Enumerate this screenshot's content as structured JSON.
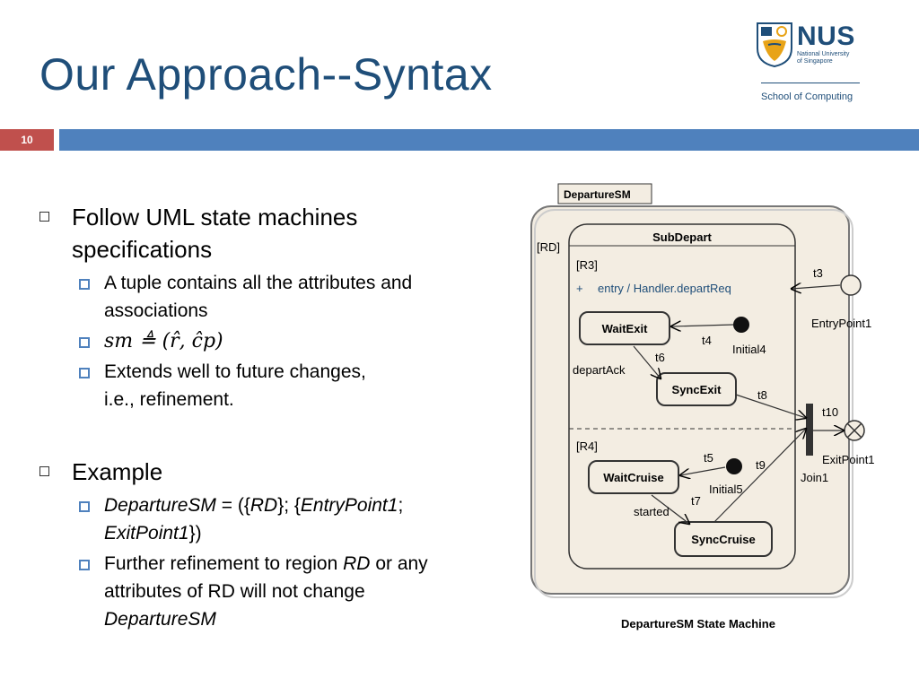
{
  "slide": {
    "title": "Our Approach--Syntax",
    "number": "10"
  },
  "logo": {
    "name": "NUS",
    "sub_line1": "National University",
    "sub_line2": "of Singapore",
    "school": "School of Computing"
  },
  "bullets": {
    "b1": {
      "text_line1": "Follow UML state machines",
      "text_line2": "specifications",
      "sub1_line1": "A tuple contains all the attributes and",
      "sub1_line2": "associations",
      "sub2_formula": "sm ≜ (r̂, ĉp)",
      "sub3_line1": "Extends well to future changes,",
      "sub3_line2": "i.e., refinement."
    },
    "b2": {
      "text": "Example",
      "sub1_part1": "DepartureSM",
      "sub1_part2": " = ({",
      "sub1_part3": "RD",
      "sub1_part4": "}; {",
      "sub1_part5": "EntryPoint1",
      "sub1_part6": ";",
      "sub1_part7": "ExitPoint1",
      "sub1_part8": "})",
      "sub2_part1": "Further refinement to region ",
      "sub2_part2": "RD",
      "sub2_part3": " or any",
      "sub2_line2": "attributes of RD will not change",
      "sub2_line3": "DepartureSM"
    }
  },
  "diagram": {
    "tab": "DepartureSM",
    "region_rd": "[RD]",
    "composite": "SubDepart",
    "region_r3": "[R3]",
    "entry_plus": "+",
    "entry_action": "entry / Handler.departReq",
    "state_waitexit": "WaitExit",
    "state_syncexit": "SyncExit",
    "state_waitcruise": "WaitCruise",
    "state_synccruise": "SyncCruise",
    "initial4": "Initial4",
    "initial5": "Initial5",
    "region_r4": "[R4]",
    "t3": "t3",
    "t4": "t4",
    "t5": "t5",
    "t6": "t6",
    "t7": "t7",
    "t8": "t8",
    "t9": "t9",
    "t10": "t10",
    "departack": "departAck",
    "started": "started",
    "entrypoint1": "EntryPoint1",
    "exitpoint1": "ExitPoint1",
    "join1": "Join1",
    "caption": "DepartureSM State Machine"
  },
  "colors": {
    "title": "#1f4e79",
    "bar": "#4f81bd",
    "slide_number_bg": "#c0504d",
    "state_fill": "#f3ede2"
  }
}
